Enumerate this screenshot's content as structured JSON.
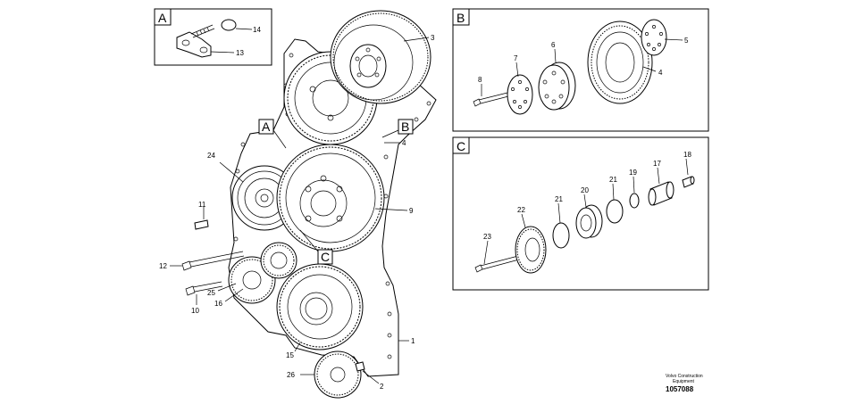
{
  "sections": {
    "A": "A",
    "B": "B",
    "C": "C"
  },
  "callouts": {
    "A": "A",
    "B": "B",
    "C": "C"
  },
  "labels_main": {
    "n1": "1",
    "n2": "2",
    "n3": "3",
    "n4": "4",
    "n9": "9",
    "n10": "10",
    "n11": "11",
    "n12": "12",
    "n15": "15",
    "n16": "16",
    "n24": "24",
    "n25": "25",
    "n26": "26"
  },
  "labels_a": {
    "n13": "13",
    "n14": "14"
  },
  "labels_b": {
    "n4": "4",
    "n5": "5",
    "n6": "6",
    "n7": "7",
    "n8": "8"
  },
  "labels_c": {
    "n17": "17",
    "n18": "18",
    "n19": "19",
    "n20": "20",
    "n21a": "21",
    "n21b": "21",
    "n22": "22",
    "n23": "23"
  },
  "footer": {
    "company": "Volvo Construction",
    "subtitle": "Equipment",
    "number": "1057088"
  }
}
